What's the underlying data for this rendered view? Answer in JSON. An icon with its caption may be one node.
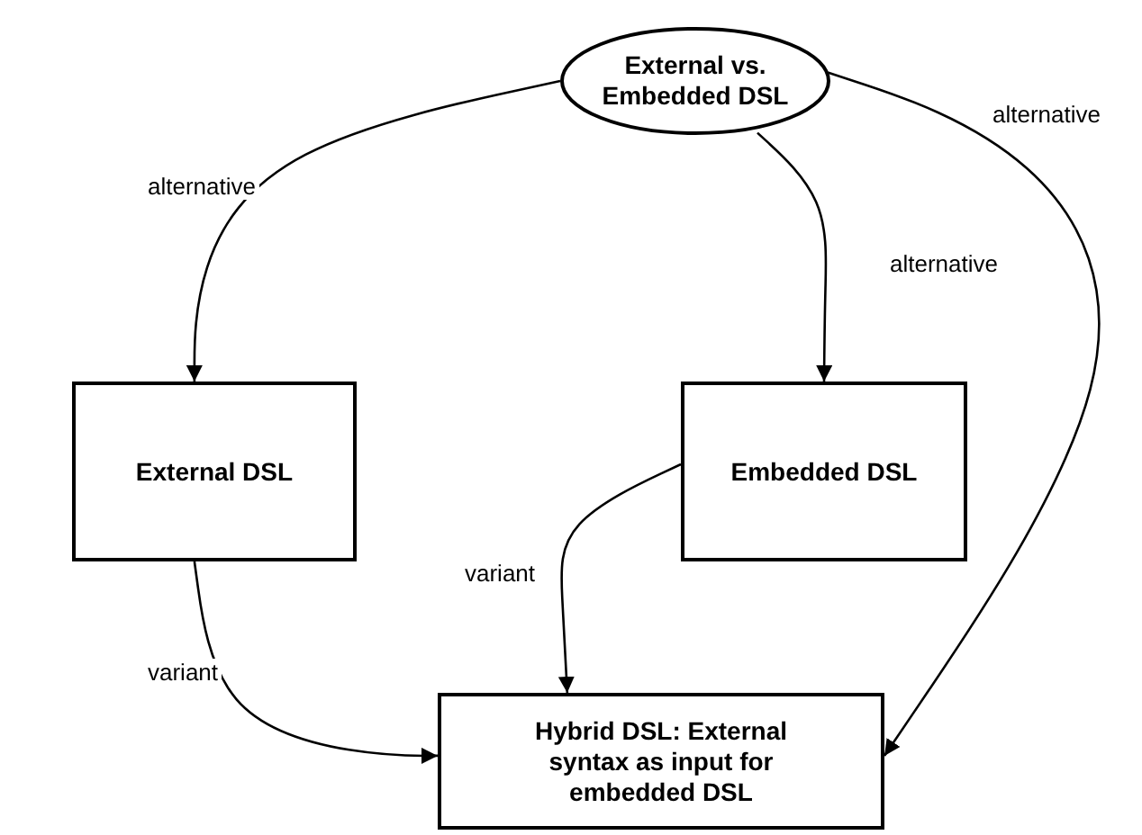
{
  "diagram": {
    "nodes": [
      {
        "text": [
          "External vs. Embedded DSL"
        ]
      },
      {
        "text": [
          "External DSL"
        ]
      },
      {
        "text": [
          "Embedded DSL"
        ]
      },
      {
        "text": [
          "Hybrid DSL: External syntax as input for embedded DSL"
        ]
      }
    ],
    "edges": [
      {
        "from": 0,
        "to": 1,
        "arrow": "to",
        "label": "alternative"
      },
      {
        "from": 0,
        "to": 2,
        "arrow": "to",
        "label": "alternative"
      },
      {
        "from": 0,
        "to": 3,
        "arrow": "to",
        "label": "alternative"
      },
      {
        "from": 1,
        "to": 3,
        "arrow": "to",
        "label": "variant"
      },
      {
        "from": 2,
        "to": 3,
        "arrow": "to",
        "label": "variant"
      }
    ]
  }
}
